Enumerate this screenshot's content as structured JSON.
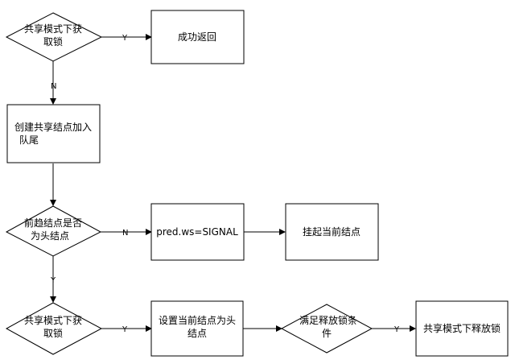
{
  "nodes": {
    "decision_acquire_1": {
      "lines": [
        "共享模式下获",
        "取锁"
      ]
    },
    "box_success": {
      "lines": [
        "成功返回"
      ]
    },
    "box_create_node": {
      "lines": [
        "创建共享结点加入",
        "队尾"
      ]
    },
    "decision_pred_head": {
      "lines": [
        "前趋结点是否",
        "为头结点"
      ]
    },
    "box_pred_ws": {
      "lines": [
        "pred.ws=SIGNAL"
      ]
    },
    "box_park": {
      "lines": [
        "挂起当前结点"
      ]
    },
    "decision_acquire_2": {
      "lines": [
        "共享模式下获",
        "取锁"
      ]
    },
    "box_set_head": {
      "lines": [
        "设置当前结点为头",
        "结点"
      ]
    },
    "decision_release": {
      "lines": [
        "满足释放锁条",
        "件"
      ]
    },
    "box_release": {
      "lines": [
        "共享模式下释放锁"
      ]
    }
  },
  "edges": {
    "yes": "Y",
    "no": "N"
  }
}
